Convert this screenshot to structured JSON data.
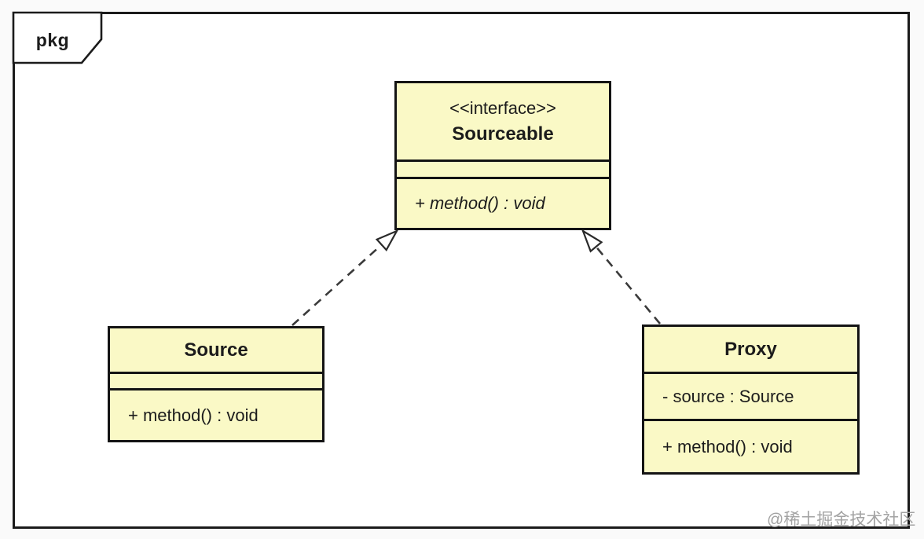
{
  "package": {
    "label": "pkg"
  },
  "watermark": {
    "text": "@稀土掘金技术社区"
  },
  "colors": {
    "box_fill": "#faf9c6",
    "box_border": "#141414",
    "line_color": "#3a3a3a",
    "frame_border": "#1b1b1b",
    "canvas_bg": "#fafafa",
    "paper_bg": "#ffffff",
    "text_color": "#1c1c1c",
    "watermark_color": "#a3a3a3"
  },
  "classes": {
    "sourceable": {
      "stereotype": "<<interface>>",
      "name": "Sourceable",
      "operation": "+ method() : void"
    },
    "source": {
      "name": "Source",
      "operation": "+ method() : void"
    },
    "proxy": {
      "name": "Proxy",
      "attribute": "- source : Source",
      "operation": "+ method() : void"
    }
  },
  "relationships": [
    {
      "from": "Source",
      "to": "Sourceable",
      "type": "realization",
      "line_style": "dashed",
      "arrowhead": "hollow-triangle"
    },
    {
      "from": "Proxy",
      "to": "Sourceable",
      "type": "realization",
      "line_style": "dashed",
      "arrowhead": "hollow-triangle"
    }
  ]
}
